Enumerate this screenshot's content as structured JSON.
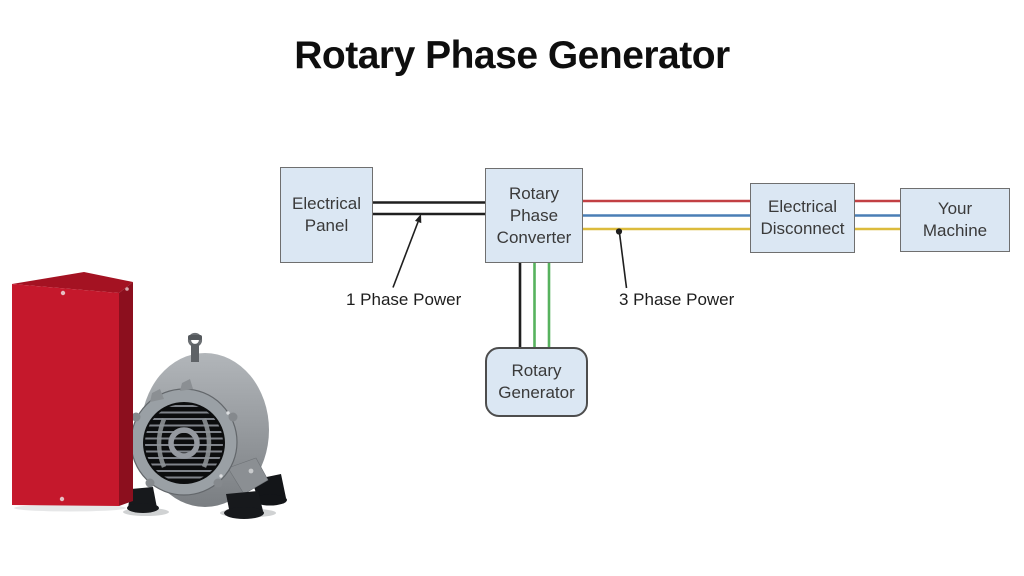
{
  "title": "Rotary Phase Generator",
  "diagram": {
    "boxes": {
      "electrical_panel": {
        "label": "Electrical Panel"
      },
      "rotary_phase_converter": {
        "label": "Rotary Phase Converter"
      },
      "electrical_disconnect": {
        "label": "Electrical Disconnect"
      },
      "your_machine": {
        "label": "Your Machine"
      },
      "rotary_generator": {
        "label": "Rotary Generator"
      }
    },
    "wire_labels": {
      "single_phase": "1 Phase Power",
      "three_phase": "3 Phase Power"
    },
    "colors": {
      "box_fill": "#dbe7f3",
      "box_border": "#6f6f6f",
      "wire_black": "#1f1f1f",
      "wire_red": "#c24043",
      "wire_blue": "#4a7fb5",
      "wire_yellow": "#dcbb3c",
      "wire_green": "#57b25e"
    }
  },
  "photo": {
    "enclosure_color": "#c5182c",
    "motor_color": "#9aa0a5"
  }
}
